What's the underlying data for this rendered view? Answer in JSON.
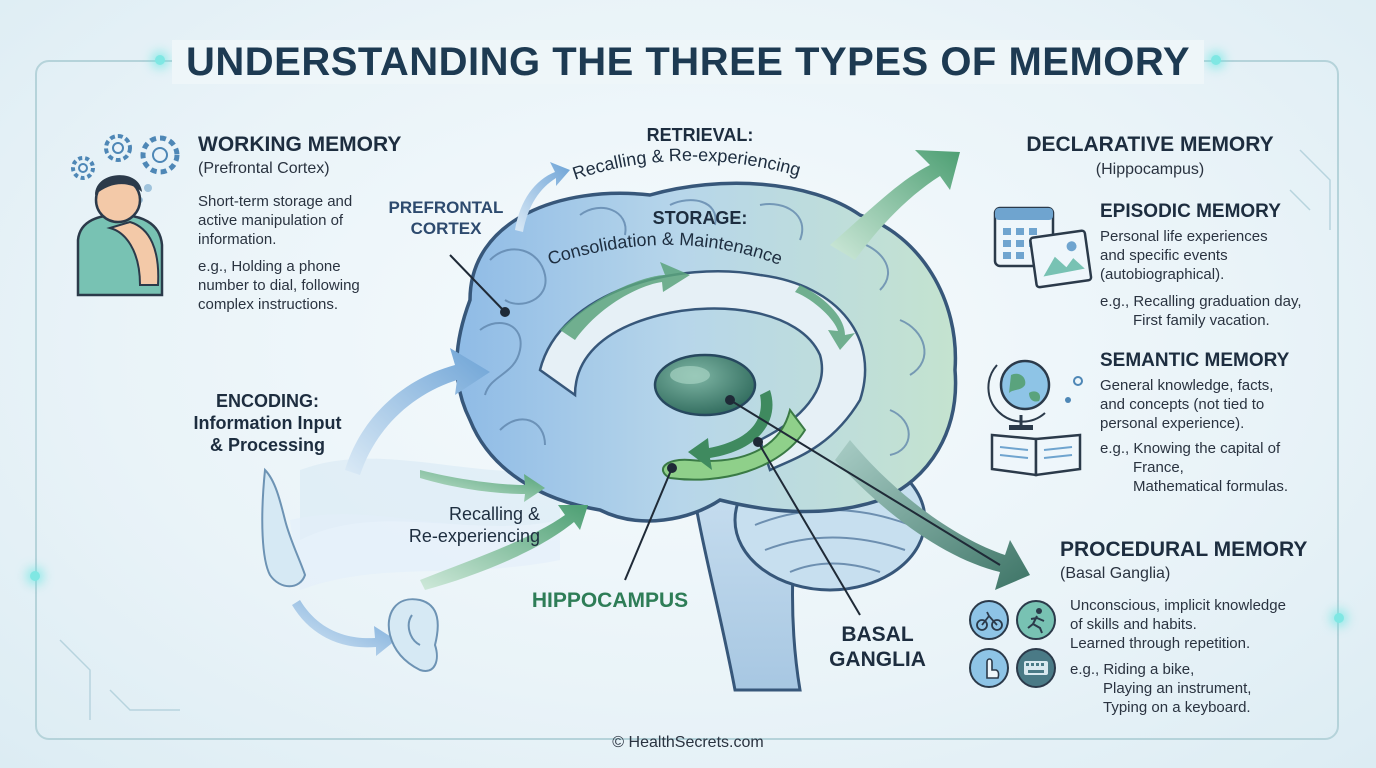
{
  "title": "UNDERSTANDING THE THREE TYPES OF MEMORY",
  "working": {
    "heading": "WORKING MEMORY",
    "sub": "(Prefrontal Cortex)",
    "desc": [
      "Short-term storage and",
      "active manipulation of",
      "information."
    ],
    "example": [
      "e.g., Holding a phone",
      "number to dial, following",
      "complex instructions."
    ]
  },
  "labels": {
    "prefrontal": [
      "PREFRONTAL",
      "CORTEX"
    ],
    "retrieval_title": "RETRIEVAL:",
    "retrieval_sub": "Recalling & Re-experiencing",
    "storage_title": "STORAGE:",
    "storage_sub": "Consolidation & Maintenance",
    "encoding": [
      "ENCODING:",
      "Information Input",
      "& Processing"
    ],
    "recalling": [
      "Recalling &",
      "Re-experiencing"
    ],
    "hippocampus": "HIPPOCAMPUS",
    "basal": [
      "BASAL",
      "GANGLIA"
    ]
  },
  "declarative": {
    "heading": "DECLARATIVE MEMORY",
    "sub": "(Hippocampus)",
    "episodic": {
      "heading": "EPISODIC MEMORY",
      "desc": [
        "Personal life experiences",
        "and specific events",
        "(autobiographical)."
      ],
      "example": [
        "e.g., Recalling graduation day,",
        "First family vacation."
      ]
    },
    "semantic": {
      "heading": "SEMANTIC MEMORY",
      "desc": [
        "General knowledge, facts,",
        "and concepts (not tied to",
        "personal experience)."
      ],
      "example": [
        "e.g., Knowing the capital of",
        "France,",
        "Mathematical formulas."
      ]
    }
  },
  "procedural": {
    "heading": "PROCEDURAL MEMORY",
    "sub": "(Basal Ganglia)",
    "desc": [
      "Unconscious, implicit knowledge",
      "of skills and habits.",
      "Learned through repetition."
    ],
    "example": [
      "e.g., Riding a bike,",
      "Playing an instrument,",
      "Typing on a keyboard."
    ]
  },
  "footer": "© HealthSecrets.com",
  "icons": [
    "gear-icon",
    "thinking-person-icon",
    "calendar-icon",
    "photo-icon",
    "globe-icon",
    "book-icon",
    "bicycle-icon",
    "running-icon",
    "hand-tap-icon",
    "keyboard-icon",
    "nose-icon",
    "ear-icon"
  ],
  "colors": {
    "title": "#1d3a52",
    "hippocampus": "#2e7d57",
    "brain_blue": "#9cc4e8",
    "brain_green": "#b9dec8",
    "arrow_green": "#5fae82",
    "arrow_blue": "#7fb0dd",
    "frame": "#b5d3da"
  }
}
